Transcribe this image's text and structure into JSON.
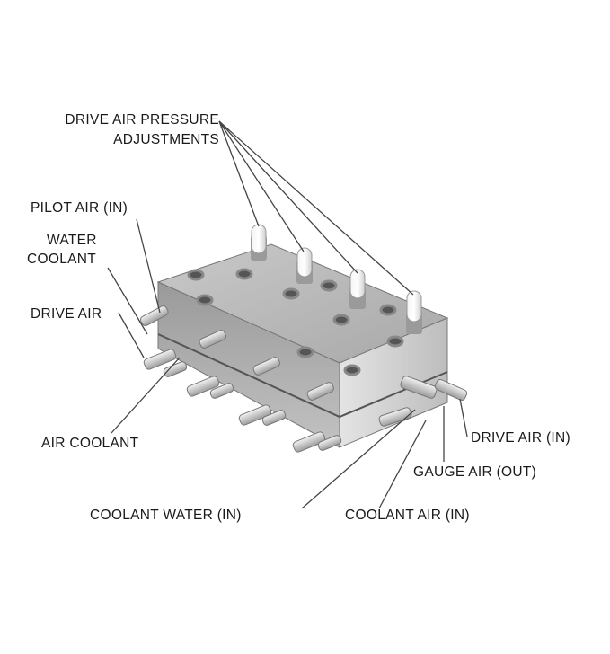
{
  "labels": {
    "drive_air_pressure": "DRIVE AIR PRESSURE",
    "adjustments": "ADJUSTMENTS",
    "pilot_air_in": "PILOT AIR (IN)",
    "water": "WATER",
    "coolant": "COOLANT",
    "drive_air": "DRIVE AIR",
    "air_coolant": "AIR COOLANT",
    "coolant_water_in": "COOLANT WATER (IN)",
    "coolant_air_in": "COOLANT AIR (IN)",
    "gauge_air_out": "GAUGE AIR (OUT)",
    "drive_air_in": "DRIVE AIR (IN)"
  }
}
